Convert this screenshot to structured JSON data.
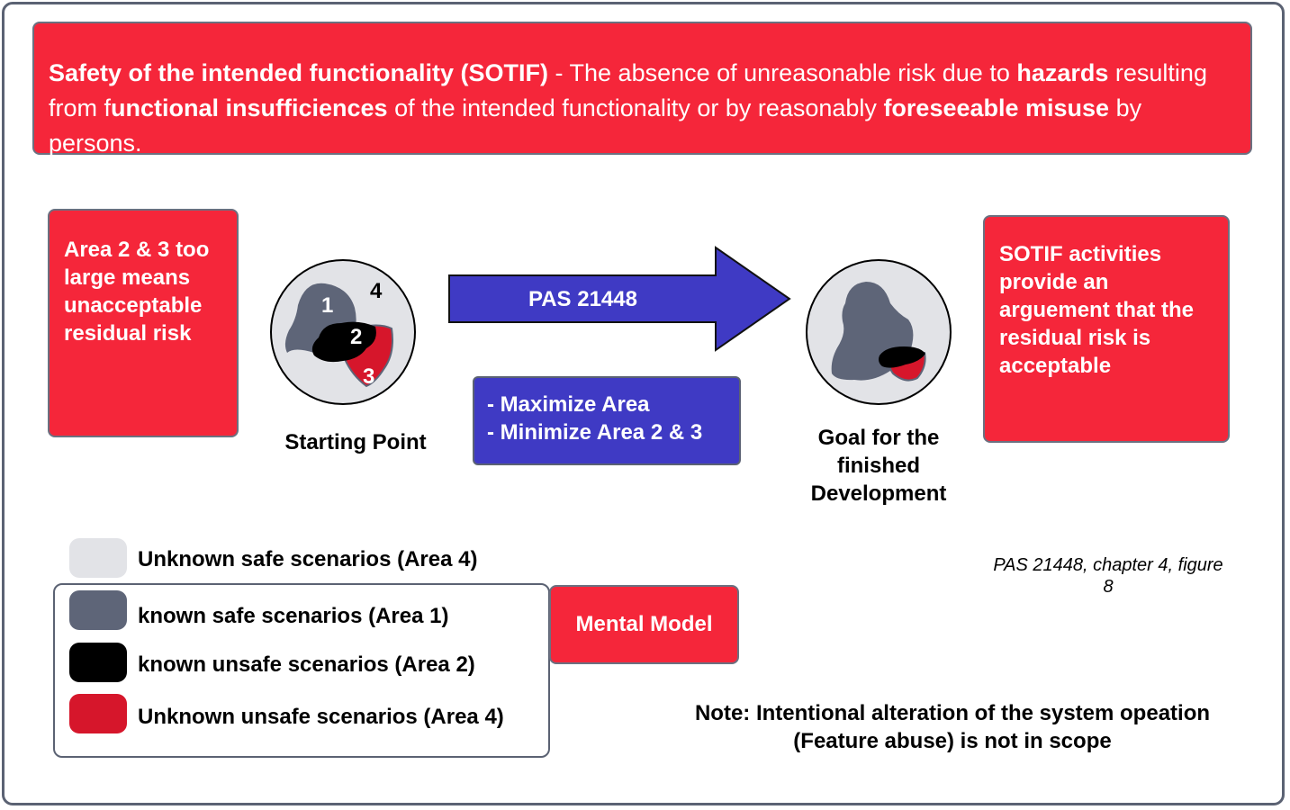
{
  "header": {
    "bold_1": "Safety of the intended functionality (SOTIF)",
    "text_1": " - The absence of unreasonable risk due to ",
    "bold_2": "hazards",
    "text_2": " resulting from f",
    "bold_3": "unctional insufficiences",
    "text_3": " of the intended functionality or by reasonably ",
    "bold_4": "foreseeable misuse",
    "text_4": " by persons."
  },
  "left_note": "Area 2 & 3 too large means unacceptable residual risk",
  "right_note": "SOTIF activities provide an arguement that the residual risk is acceptable",
  "arrow_label": "PAS 21448",
  "goals": [
    "- Maximize Area",
    "- Minimize Area 2 & 3"
  ],
  "start_caption": "Starting Point",
  "goal_caption": "Goal for the finished Development",
  "zones": {
    "z1": "1",
    "z2": "2",
    "z3": "3",
    "z4": "4"
  },
  "legend": [
    {
      "label": "Unknown safe scenarios (Area 4)",
      "color": "#e2e3e7"
    },
    {
      "label": "known safe scenarios (Area 1)",
      "color": "#5e6578"
    },
    {
      "label": "known unsafe scenarios (Area 2)",
      "color": "#000000"
    },
    {
      "label": "Unknown unsafe scenarios (Area 4)",
      "color": "#d6162b"
    }
  ],
  "mental_model": "Mental Model",
  "reference": "PAS 21448, chapter 4, figure 8",
  "note": "Note: Intentional alteration of the system opeation (Feature abuse) is not in scope",
  "colors": {
    "red_box": "#f5263a",
    "blue": "#3f3ac4",
    "border": "#5b6273",
    "area4": "#e2e3e7",
    "area1": "#5e6578",
    "area2": "#000000",
    "area3": "#d6162b"
  }
}
